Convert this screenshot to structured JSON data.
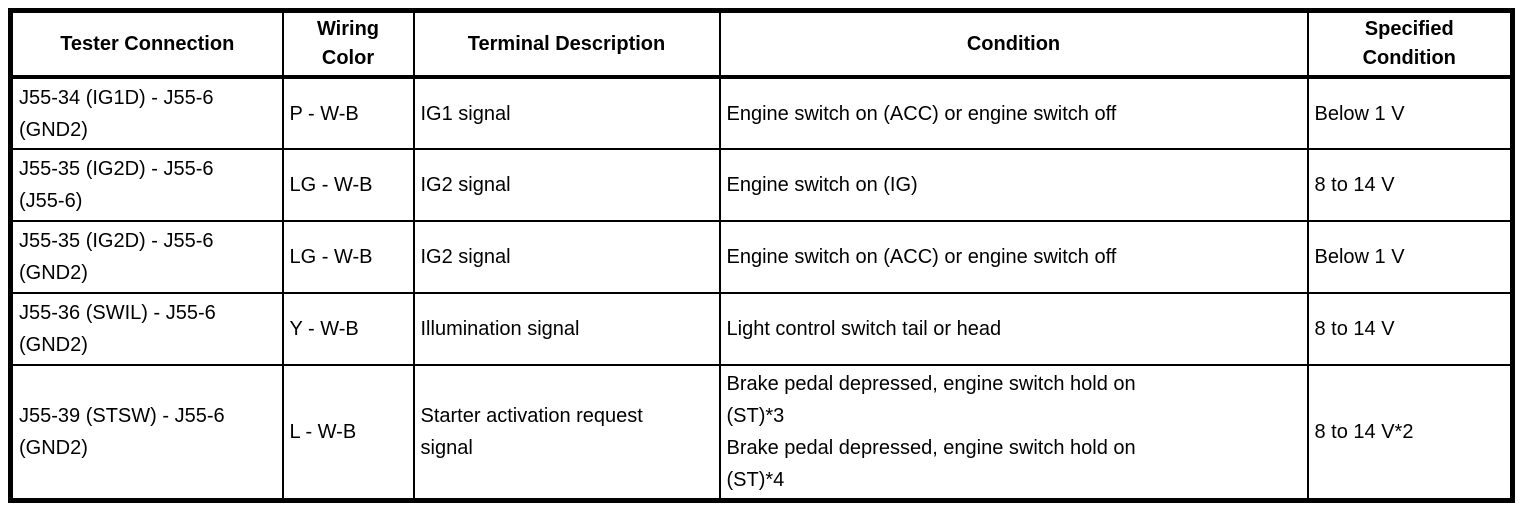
{
  "document": {
    "kind": "terminal-voltage-specification-table"
  },
  "colors": {
    "border": "#000000",
    "background": "#ffffff",
    "text": "#000000"
  },
  "table": {
    "headers": [
      "Tester Connection",
      "Wiring\nColor",
      "Terminal Description",
      "Condition",
      "Specified\nCondition"
    ],
    "rows": [
      {
        "tester_connection": "J55-34 (IG1D) - J55-6\n(GND2)",
        "wiring_color": "P - W-B",
        "terminal_description": "IG1 signal",
        "condition": "Engine switch on (ACC) or engine switch off",
        "specified_condition": "Below 1 V"
      },
      {
        "tester_connection": "J55-35 (IG2D) - J55-6\n(J55-6)",
        "wiring_color": "LG - W-B",
        "terminal_description": "IG2 signal",
        "condition": "Engine switch on (IG)",
        "specified_condition": "8 to 14 V"
      },
      {
        "tester_connection": "J55-35 (IG2D) - J55-6\n(GND2)",
        "wiring_color": "LG - W-B",
        "terminal_description": "IG2 signal",
        "condition": "Engine switch on (ACC) or engine switch off",
        "specified_condition": "Below 1 V"
      },
      {
        "tester_connection": "J55-36 (SWIL) - J55-6\n(GND2)",
        "wiring_color": "Y - W-B",
        "terminal_description": "Illumination signal",
        "condition": "Light control switch tail or head",
        "specified_condition": "8 to 14 V"
      },
      {
        "tester_connection": "J55-39 (STSW) - J55-6\n(GND2)",
        "wiring_color": "L - W-B",
        "terminal_description": "Starter activation request\nsignal",
        "condition": "Brake pedal depressed, engine switch hold on\n(ST)*3\nBrake pedal depressed, engine switch hold on\n(ST)*4",
        "specified_condition": "8 to 14 V*2"
      }
    ]
  }
}
